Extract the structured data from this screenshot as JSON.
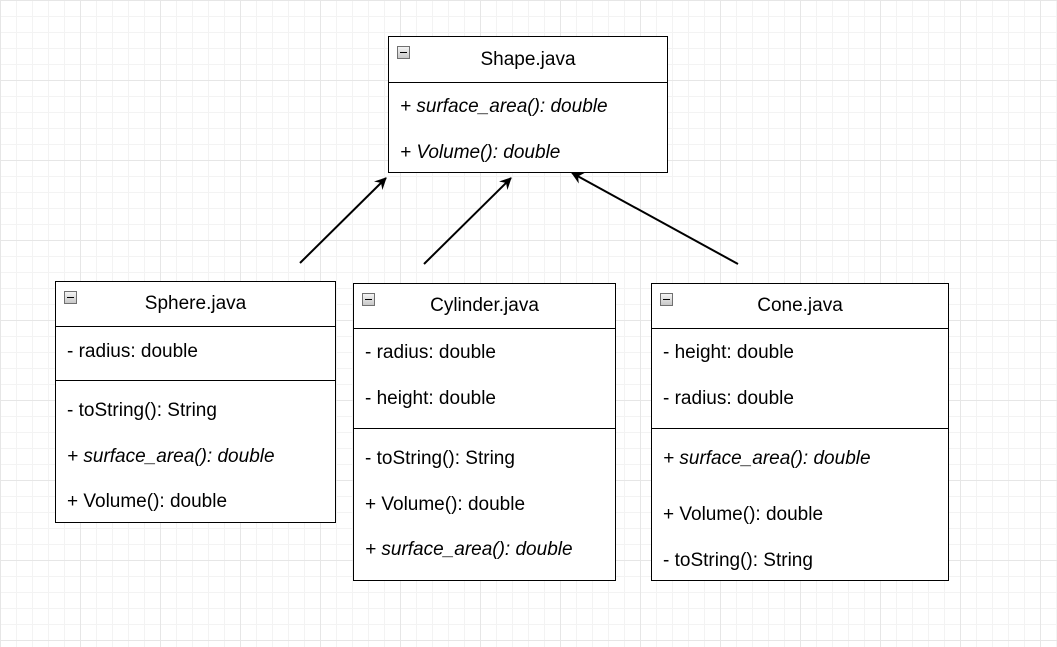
{
  "shape": {
    "title": "Shape.java",
    "methods": [
      "+ surface_area(): double",
      "+ Volume(): double"
    ]
  },
  "sphere": {
    "title": "Sphere.java",
    "attributes": [
      "- radius: double"
    ],
    "methods": [
      "- toString(): String",
      "+ surface_area(): double",
      "+ Volume(): double"
    ]
  },
  "cylinder": {
    "title": "Cylinder.java",
    "attributes": [
      "- radius: double",
      "- height: double"
    ],
    "methods": [
      "- toString(): String",
      "+ Volume(): double",
      "+ surface_area(): double"
    ]
  },
  "cone": {
    "title": "Cone.java",
    "attributes": [
      "- height: double",
      "- radius: double"
    ],
    "methods": [
      "+ surface_area(): double",
      "+ Volume(): double",
      "- toString(): String"
    ]
  }
}
